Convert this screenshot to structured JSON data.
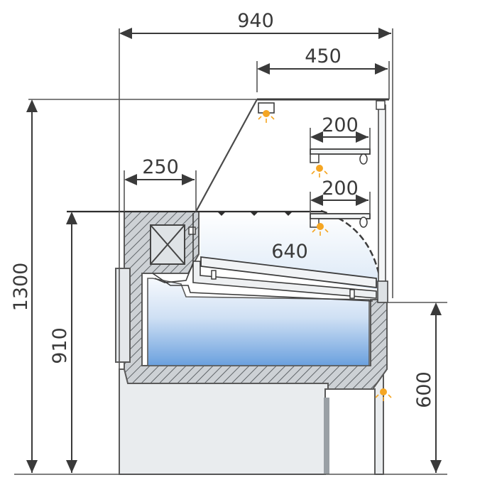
{
  "drawing": {
    "dimensions": {
      "overall_width": "940",
      "canopy_width": "450",
      "shelf_top_depth": "200",
      "shelf_mid_depth": "200",
      "rear_top_depth": "250",
      "display_depth": "640",
      "overall_height": "1300",
      "counter_height": "910",
      "base_height": "600"
    }
  },
  "colors": {
    "cabinet": "#e9ecee",
    "insulation": "#c9cdd1",
    "ink": "#3a3a3a",
    "well_top": "#f4f8fd",
    "well_bottom": "#6ea4e0",
    "lamp": "#f5a623"
  }
}
